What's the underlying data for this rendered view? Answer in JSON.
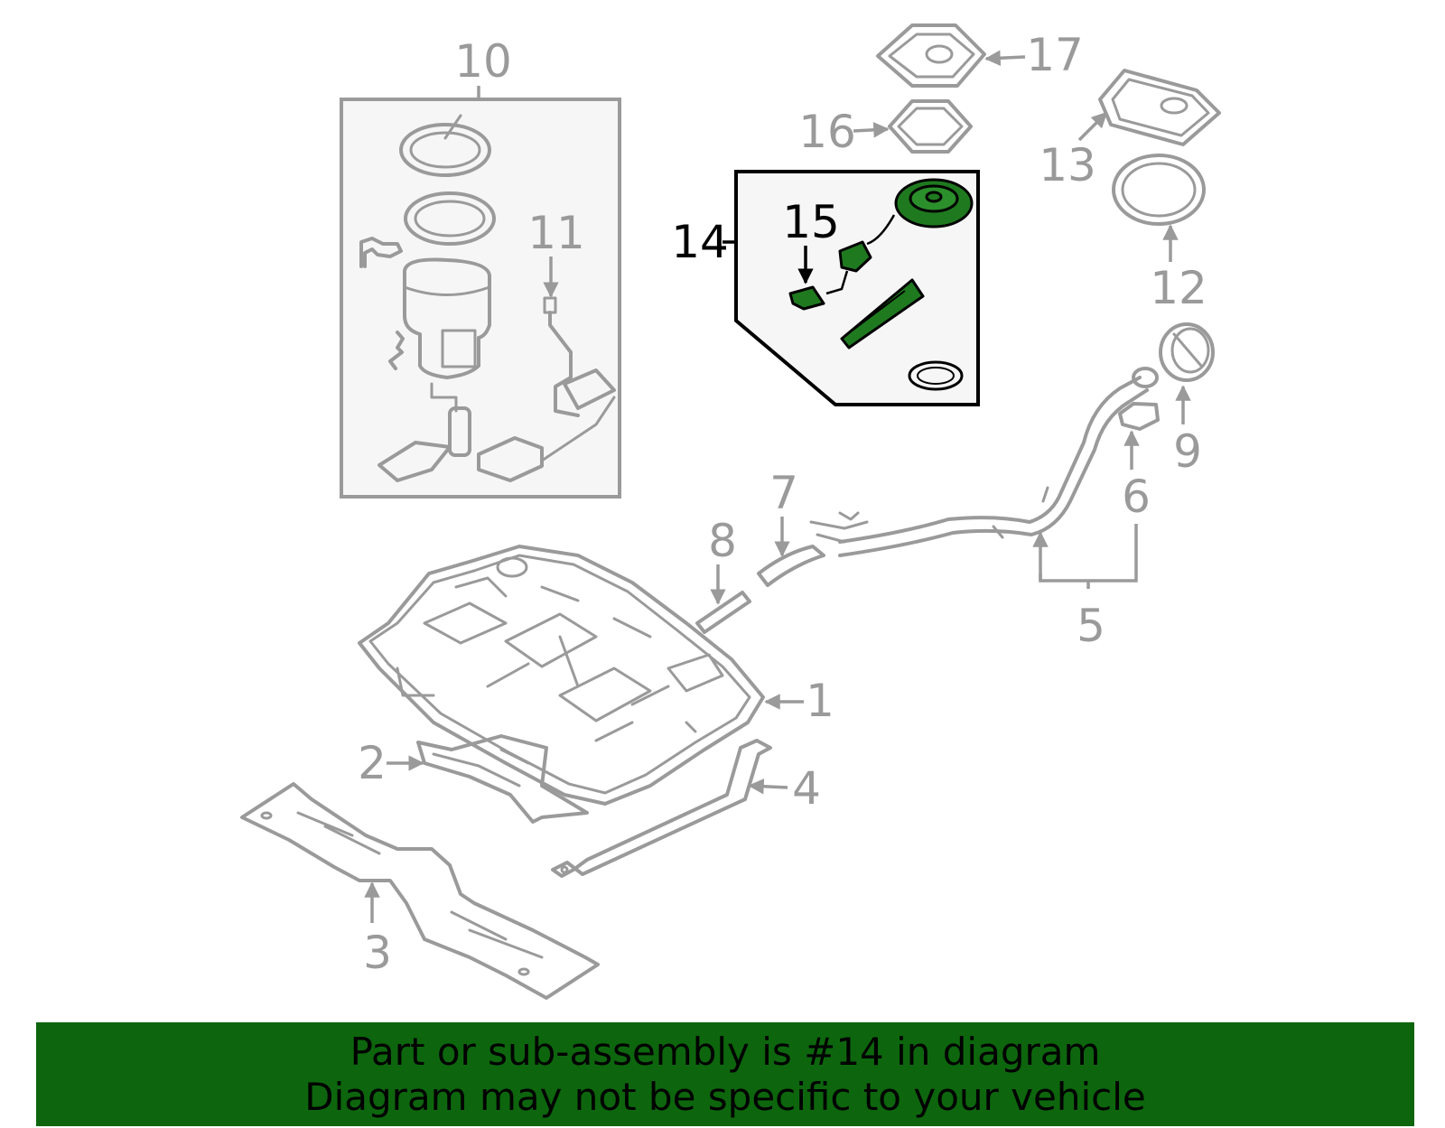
{
  "colors": {
    "banner_bg": "#0d660d",
    "part_stroke": "#9a9a9a",
    "highlight_fill": "#1f7a1f",
    "box_fill": "#f6f6f6"
  },
  "callouts": {
    "c1": "1",
    "c2": "2",
    "c3": "3",
    "c4": "4",
    "c5": "5",
    "c6": "6",
    "c7": "7",
    "c8": "8",
    "c9": "9",
    "c10": "10",
    "c11": "11",
    "c12": "12",
    "c13": "13",
    "c14": "14",
    "c15": "15",
    "c16": "16",
    "c17": "17"
  },
  "banner": {
    "line1": "Part or sub-assembly is #14 in diagram",
    "line2": "Diagram may not be specific to your vehicle"
  }
}
